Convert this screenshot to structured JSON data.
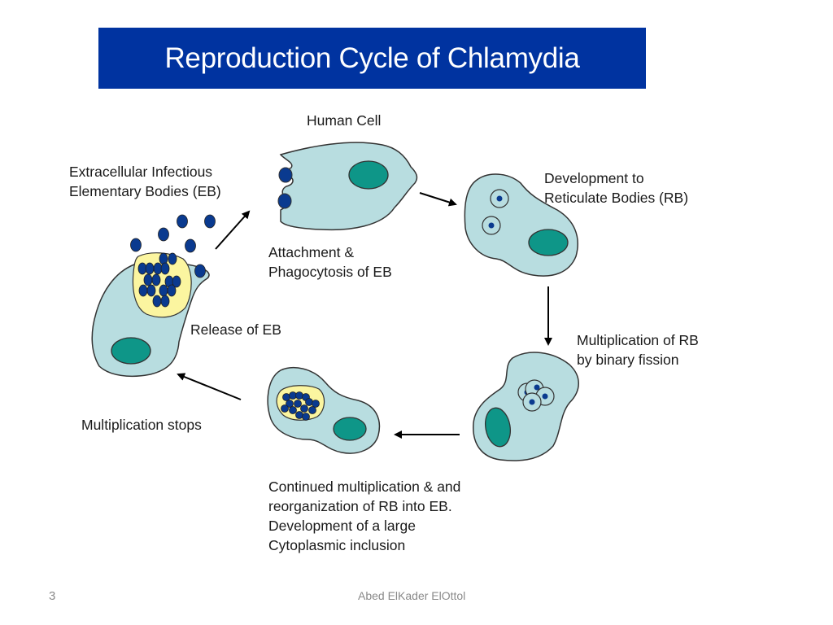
{
  "slide": {
    "title": "Reproduction Cycle of Chlamydia",
    "page_number": "3",
    "author": "Abed ElKader ElOttol"
  },
  "colors": {
    "title_background": "#0033a0",
    "title_text": "#ffffff",
    "cell_cytoplasm": "#b8dde0",
    "cell_nucleus": "#0e9688",
    "elementary_body": "#0a3a8f",
    "inclusion": "#fbf5a0",
    "outline": "#333333"
  },
  "labels": {
    "human_cell": "Human Cell",
    "extracellular_eb_line1": "Extracellular Infectious",
    "extracellular_eb_line2": "Elementary Bodies (EB)",
    "attachment_line1": "Attachment &",
    "attachment_line2": "Phagocytosis of EB",
    "development_line1": "Development to",
    "development_line2": "Reticulate Bodies (RB)",
    "multiplication_line1": "Multiplication of RB",
    "multiplication_line2": "by binary fission",
    "continued_line1": "Continued multiplication & and",
    "continued_line2": "reorganization of RB into EB.",
    "continued_line3": "Development of a large",
    "continued_line4": "Cytoplasmic inclusion",
    "multiplication_stops": "Multiplication stops",
    "release": "Release of EB"
  },
  "stages": [
    "Extracellular Infectious Elementary Bodies (EB)",
    "Attachment & Phagocytosis of EB",
    "Development to Reticulate Bodies (RB)",
    "Multiplication of RB by binary fission",
    "Continued multiplication & reorganization of RB into EB",
    "Multiplication stops",
    "Release of EB"
  ]
}
